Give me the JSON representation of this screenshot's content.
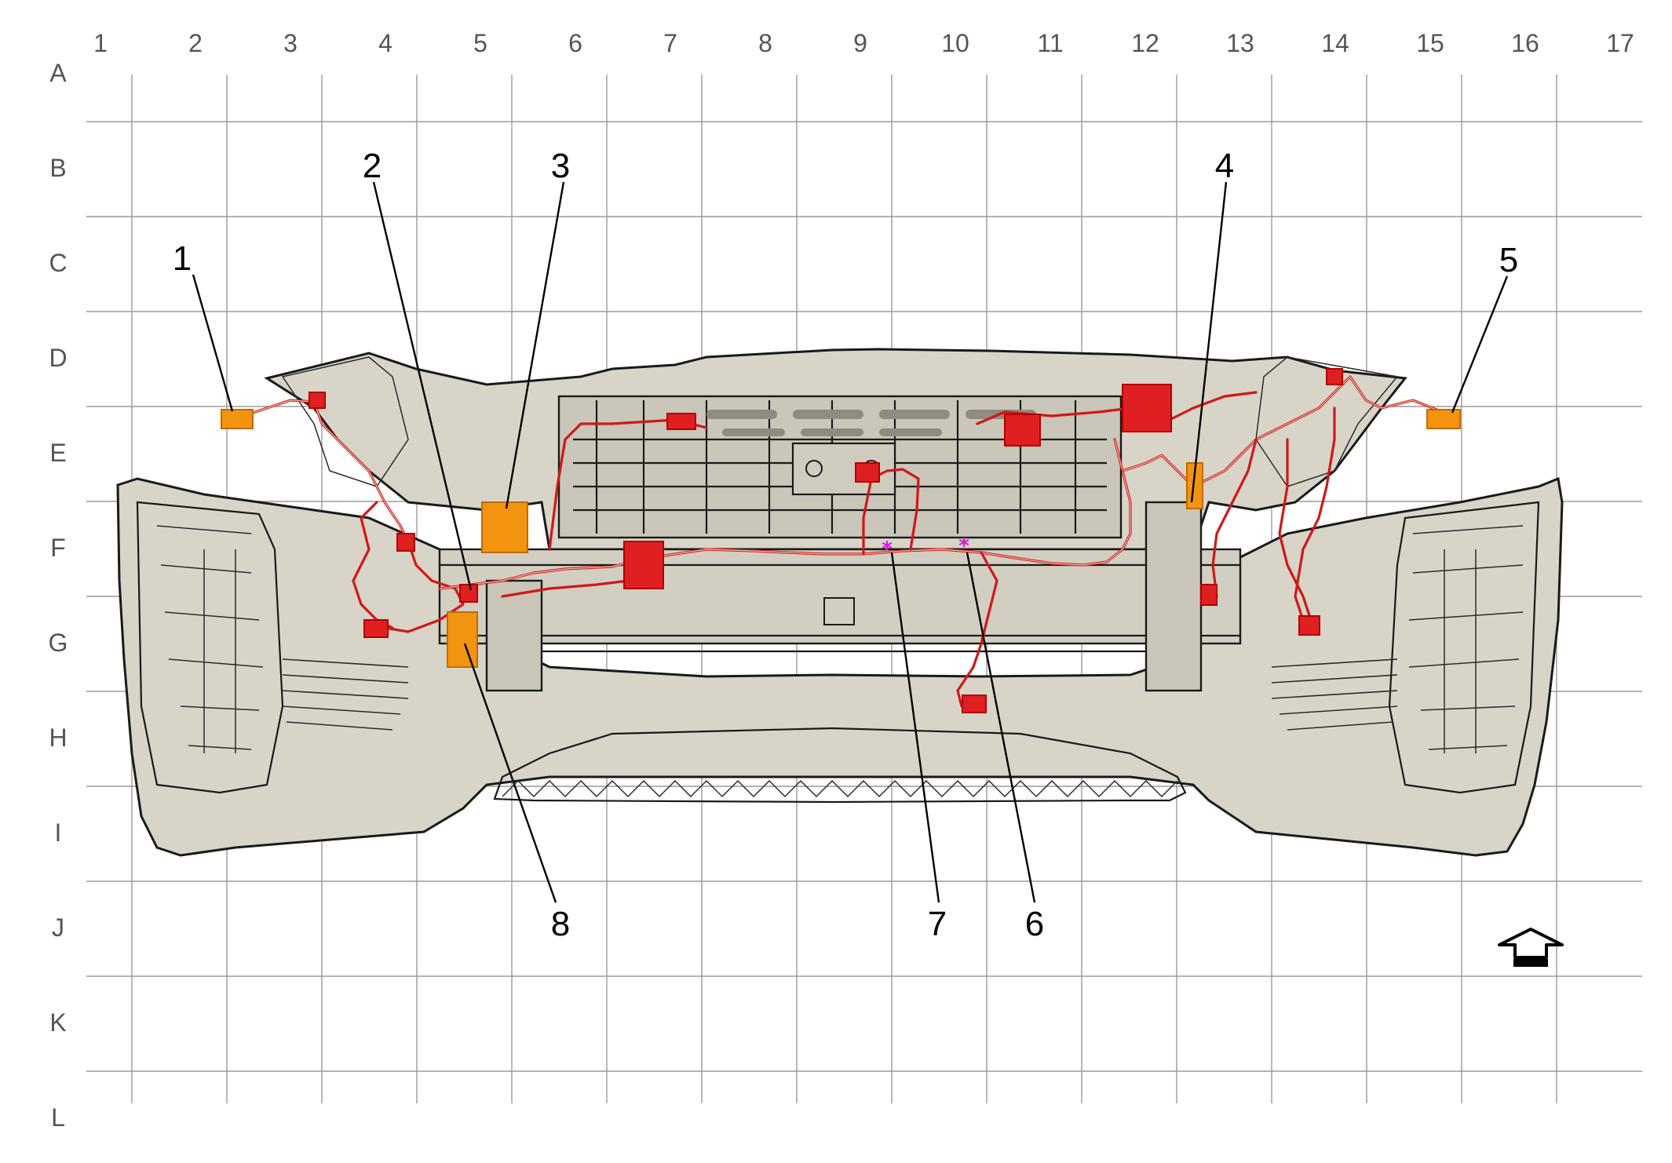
{
  "grid": {
    "columns": [
      "1",
      "2",
      "3",
      "4",
      "5",
      "6",
      "7",
      "8",
      "9",
      "10",
      "11",
      "12",
      "13",
      "14",
      "15",
      "16",
      "17"
    ],
    "rows": [
      "A",
      "B",
      "C",
      "D",
      "E",
      "F",
      "G",
      "H",
      "I",
      "J",
      "K",
      "L"
    ]
  },
  "callouts": [
    {
      "number": "1"
    },
    {
      "number": "2"
    },
    {
      "number": "3"
    },
    {
      "number": "4"
    },
    {
      "number": "5"
    },
    {
      "number": "6"
    },
    {
      "number": "7"
    },
    {
      "number": "8"
    }
  ],
  "splice_marker": "*",
  "colors": {
    "grid": "#9a9a9a",
    "body": "#d8d4c8",
    "harness": "#d01818",
    "connector": "#e02020",
    "highlight_connector": "#f29410",
    "splice": "#e010e0",
    "outline": "#1a1a1a"
  },
  "icons": {
    "orientation": "forward-arrow-icon"
  }
}
